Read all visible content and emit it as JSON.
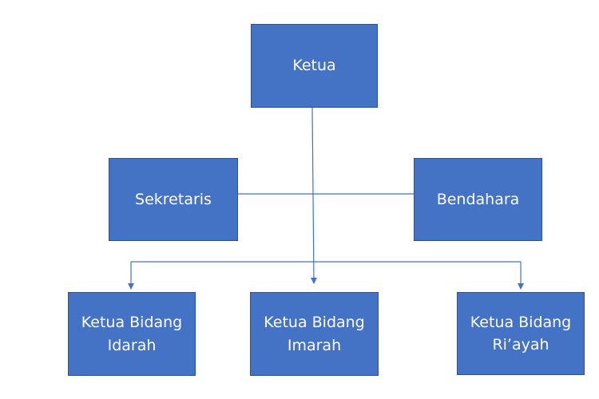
{
  "colors": {
    "box_fill": "#4472c4",
    "box_border": "#2f528f",
    "box_text": "#ffffff",
    "connector": "#4472c4"
  },
  "nodes": {
    "ketua": "Ketua",
    "sekretaris": "Sekretaris",
    "bendahara": "Bendahara",
    "bidang_idarah": "Ketua Bidang\nIdarah",
    "bidang_imarah": "Ketua Bidang\nImarah",
    "bidang_riayah": "Ketua Bidang\nRi’ayah"
  }
}
